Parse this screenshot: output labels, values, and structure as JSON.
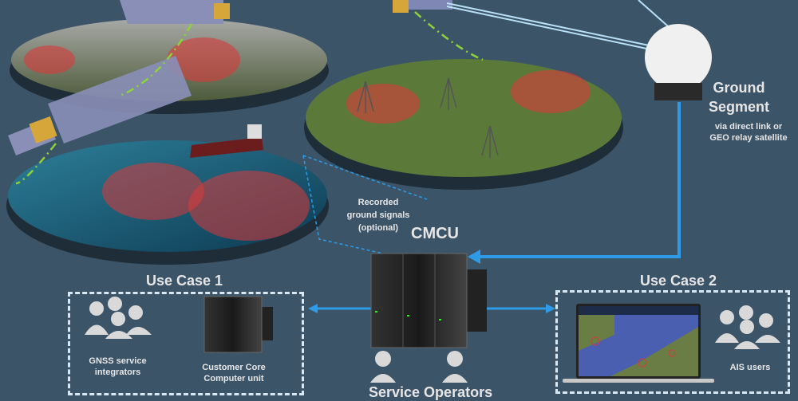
{
  "ground_segment": {
    "title_line1": "Ground",
    "title_line2": "Segment",
    "subtitle": "via direct link or GEO relay satellite"
  },
  "recorded": {
    "line1": "Recorded",
    "line2": "ground signals",
    "line3": "(optional)"
  },
  "cmcu": {
    "title": "CMCU"
  },
  "use_case_1": {
    "title": "Use Case 1",
    "users_label_1": "GNSS service",
    "users_label_2": "integrators",
    "server_label_1": "Customer Core",
    "server_label_2": "Computer unit"
  },
  "use_case_2": {
    "title": "Use Case 2",
    "users_label": "AIS users"
  },
  "operators": {
    "label": "Service Operators"
  },
  "colors": {
    "background": "#3c5468",
    "link": "#2d9be6",
    "highlight": "#d83a3a"
  }
}
